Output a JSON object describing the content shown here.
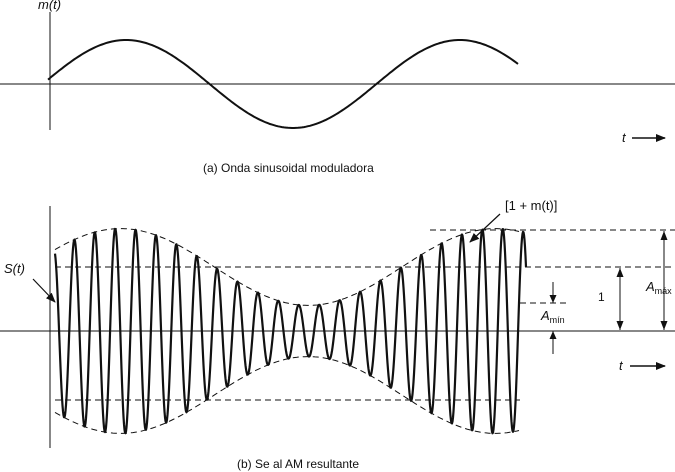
{
  "top": {
    "ylabel": "m(t)",
    "xlabel": "t",
    "caption": "(a) Onda sinusoidal moduladora"
  },
  "bottom": {
    "signal_label": "S(t)",
    "envelope_label": "[1 + m(t)]",
    "xlabel": "t",
    "amax_label": "A",
    "amax_sub": "máx",
    "amin_label": "A",
    "amin_sub": "mín",
    "one_label": "1",
    "caption": "(b) Se al AM resultante"
  },
  "colors": {
    "line": "#111111",
    "background": "#ffffff"
  }
}
